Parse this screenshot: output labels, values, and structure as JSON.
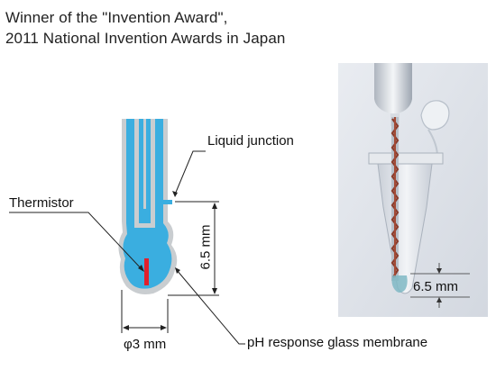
{
  "title": {
    "line1": "Winner of the \"Invention Award\",",
    "line2": "2011 National Invention Awards in Japan"
  },
  "labels": {
    "liquid_junction": "Liquid junction",
    "thermistor": "Thermistor",
    "depth": "6.5 mm",
    "diameter": "φ3 mm",
    "glass_membrane": "pH response glass membrane",
    "photo_depth": "6.5 mm"
  },
  "colors": {
    "electrode_fill": "#3aaee0",
    "electrode_shell": "#c9cdd0",
    "thermistor": "#e0202c",
    "line": "#222222"
  }
}
